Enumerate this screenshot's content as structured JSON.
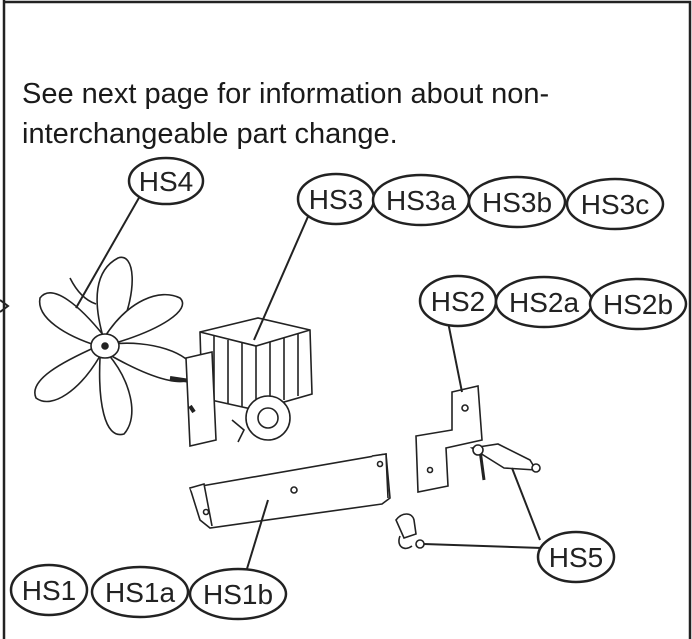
{
  "note": {
    "line1": "See next page for information about non-",
    "line2": "interchangeable part change."
  },
  "callouts": {
    "hs4": "HS4",
    "hs3": "HS3",
    "hs3a": "HS3a",
    "hs3b": "HS3b",
    "hs3c": "HS3c",
    "hs2": "HS2",
    "hs2a": "HS2a",
    "hs2b": "HS2b",
    "hs1": "HS1",
    "hs1a": "HS1a",
    "hs1b": "HS1b",
    "hs5": "HS5"
  },
  "parts": [
    "fan-blade",
    "fan-motor",
    "motor-bracket",
    "mounting-bracket",
    "wire-clip"
  ]
}
